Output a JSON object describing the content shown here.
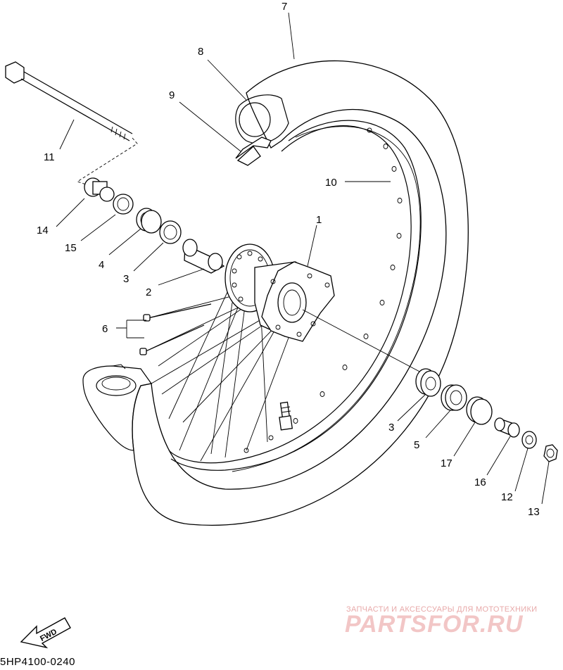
{
  "diagram": {
    "code": "5HP4100-0240",
    "fwd_label": "FWD",
    "labels": {
      "p1": "1",
      "p2": "2",
      "p3a": "3",
      "p3b": "3",
      "p4": "4",
      "p5": "5",
      "p6": "6",
      "p7": "7",
      "p8": "8",
      "p9": "9",
      "p10": "10",
      "p11": "11",
      "p12": "12",
      "p13": "13",
      "p14": "14",
      "p15": "15",
      "p16": "16",
      "p17": "17"
    }
  },
  "watermark": {
    "tagline": "ЗАПЧАСТИ И АКСЕССУАРЫ ДЛЯ МОТОТЕХНИКИ",
    "logo": "PARTSFOR.RU"
  },
  "colors": {
    "lines": "#000000",
    "background": "#ffffff",
    "watermark": "#f2c6c6"
  }
}
